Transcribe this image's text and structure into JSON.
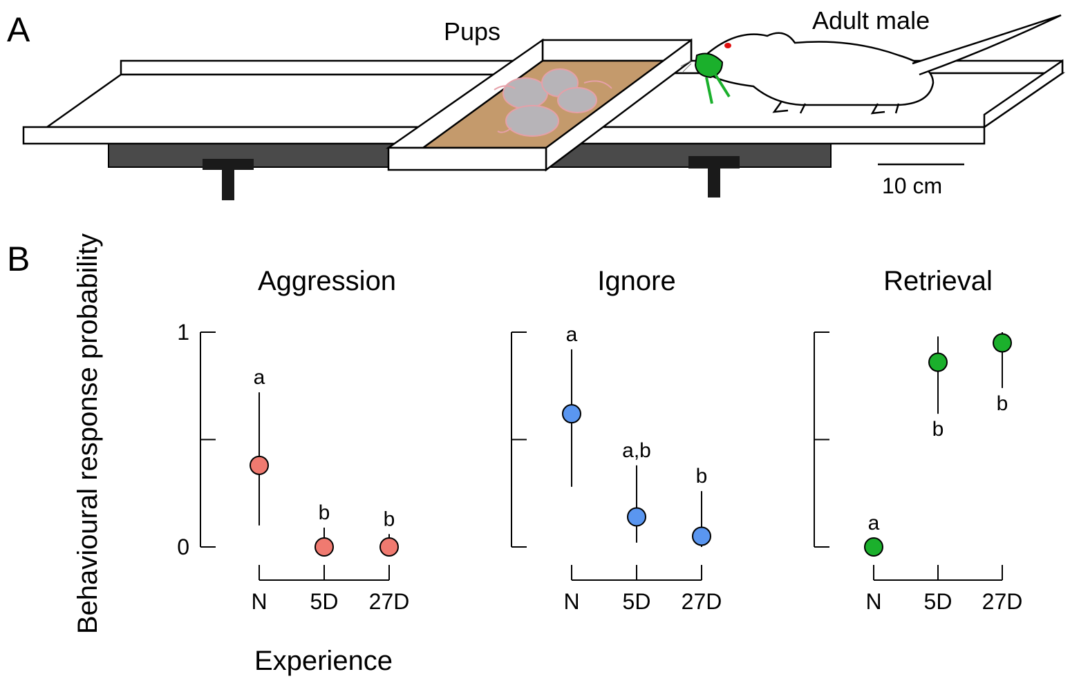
{
  "panel_a": {
    "label": "A",
    "pups_label": "Pups",
    "adult_label": "Adult male",
    "scale_label": "10 cm"
  },
  "panel_b": {
    "label": "B"
  },
  "chart_data": [
    {
      "type": "scatter",
      "title": "Aggression",
      "xlabel": "Experience",
      "ylabel": "Behavioural response probability",
      "categories": [
        "N",
        "5D",
        "27D"
      ],
      "values": [
        0.38,
        0.0,
        0.0
      ],
      "error_low": [
        0.1,
        0.0,
        0.0
      ],
      "error_high": [
        0.72,
        0.09,
        0.06
      ],
      "annotations": [
        "a",
        "b",
        "b"
      ],
      "annotation_side": [
        "above",
        "above",
        "above"
      ],
      "yticks": [
        "0",
        "1"
      ],
      "ylim": [
        0,
        1
      ],
      "color": "#f07a70"
    },
    {
      "type": "scatter",
      "title": "Ignore",
      "xlabel": "",
      "ylabel": "",
      "categories": [
        "N",
        "5D",
        "27D"
      ],
      "values": [
        0.62,
        0.14,
        0.05
      ],
      "error_low": [
        0.28,
        0.02,
        0.0
      ],
      "error_high": [
        0.92,
        0.38,
        0.26
      ],
      "annotations": [
        "a",
        "a,b",
        "b"
      ],
      "annotation_side": [
        "above",
        "above",
        "above"
      ],
      "yticks": [
        "",
        ""
      ],
      "ylim": [
        0,
        1
      ],
      "color": "#5a96f0"
    },
    {
      "type": "scatter",
      "title": "Retrieval",
      "xlabel": "",
      "ylabel": "",
      "categories": [
        "N",
        "5D",
        "27D"
      ],
      "values": [
        0.0,
        0.86,
        0.95
      ],
      "error_low": [
        0.0,
        0.62,
        0.74
      ],
      "error_high": [
        0.0,
        0.98,
        1.0
      ],
      "annotations": [
        "a",
        "b",
        "b"
      ],
      "annotation_side": [
        "above",
        "below",
        "below"
      ],
      "yticks": [
        "",
        ""
      ],
      "ylim": [
        0,
        1
      ],
      "color": "#1bb02c"
    }
  ]
}
